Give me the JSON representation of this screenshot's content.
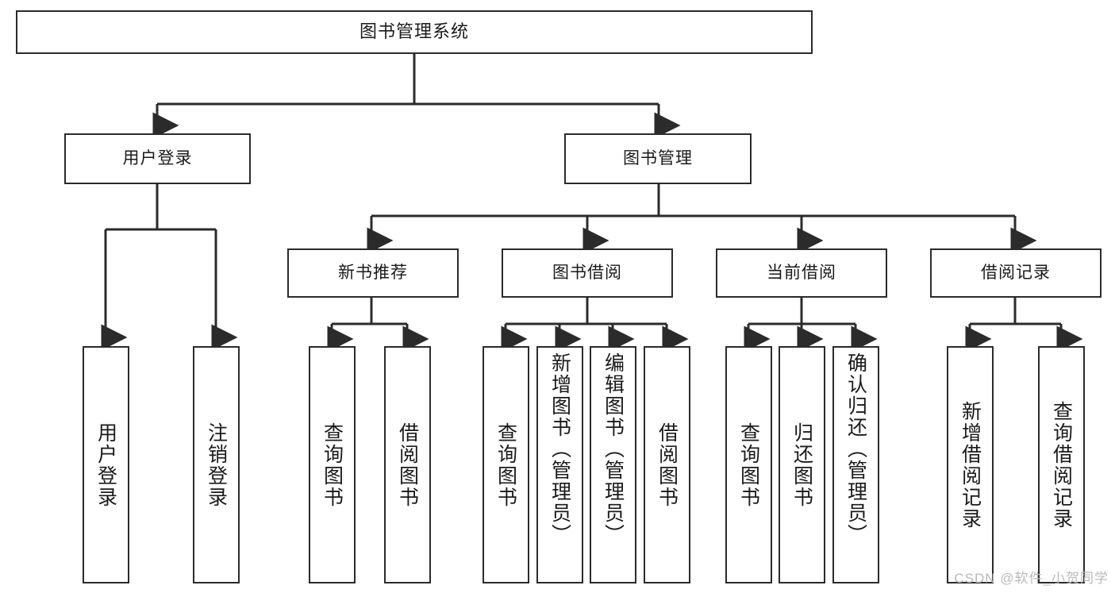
{
  "diagram": {
    "type": "tree-hierarchy",
    "title": "图书管理系统",
    "watermark": "CSDN @软件_小贺同学",
    "style": {
      "box_border_color": "#2b2b2b",
      "box_fill_color": "#ffffff",
      "edge_color": "#2b2b2b",
      "text_color": "#1a1a1a",
      "background": "#ffffff",
      "watermark_color": "#b9b9b9"
    },
    "nodes": {
      "root": {
        "label": "图书管理系统",
        "level": 1
      },
      "l2": [
        {
          "id": "user-login",
          "label": "用户登录",
          "level": 2
        },
        {
          "id": "book-manage",
          "label": "图书管理",
          "level": 2
        }
      ],
      "l3": [
        {
          "id": "new-book-rec",
          "label": "新书推荐",
          "level": 3,
          "parent": "book-manage"
        },
        {
          "id": "book-borrow",
          "label": "图书借阅",
          "level": 3,
          "parent": "book-manage"
        },
        {
          "id": "current-borrow",
          "label": "当前借阅",
          "level": 3,
          "parent": "book-manage"
        },
        {
          "id": "borrow-record",
          "label": "借阅记录",
          "level": 3,
          "parent": "book-manage"
        }
      ],
      "leaves": [
        {
          "id": "leaf-user-login",
          "label": "用户登录",
          "parent": "user-login"
        },
        {
          "id": "leaf-user-logout",
          "label": "注销登录",
          "parent": "user-login"
        },
        {
          "id": "leaf-rec-query-book",
          "label": "查询图书",
          "parent": "new-book-rec"
        },
        {
          "id": "leaf-rec-borrow-book",
          "label": "借阅图书",
          "parent": "new-book-rec"
        },
        {
          "id": "leaf-borrow-query-book",
          "label": "查询图书",
          "parent": "book-borrow"
        },
        {
          "id": "leaf-borrow-add-book",
          "label": "新增图书（管理员）",
          "parent": "book-borrow"
        },
        {
          "id": "leaf-borrow-edit-book",
          "label": "编辑图书（管理员）",
          "parent": "book-borrow"
        },
        {
          "id": "leaf-borrow-borrow-book",
          "label": "借阅图书",
          "parent": "book-borrow"
        },
        {
          "id": "leaf-current-query-book",
          "label": "查询图书",
          "parent": "current-borrow"
        },
        {
          "id": "leaf-current-return-book",
          "label": "归还图书",
          "parent": "current-borrow"
        },
        {
          "id": "leaf-current-confirm-return",
          "label": "确认归还（管理员）",
          "parent": "current-borrow"
        },
        {
          "id": "leaf-record-add",
          "label": "新增借阅记录",
          "parent": "borrow-record"
        },
        {
          "id": "leaf-record-query",
          "label": "查询借阅记录",
          "parent": "borrow-record"
        }
      ]
    }
  }
}
